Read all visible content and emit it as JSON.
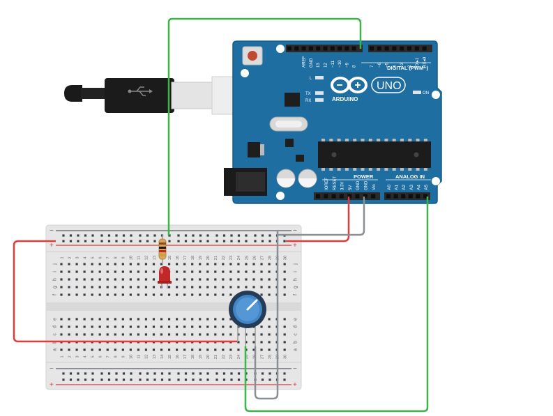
{
  "arduino": {
    "brand": "ARDUINO",
    "model": "UNO",
    "digital_label": "DIGITAL (PWM~)",
    "power_label": "POWER",
    "analog_label": "ANALOG IN",
    "led_l": "L",
    "led_tx": "TX",
    "led_rx": "RX",
    "on_label": "ON",
    "top_pins": [
      "AREF",
      "GND",
      "13",
      "12",
      "~11",
      "~10",
      "~9",
      "8",
      "7",
      "~6",
      "~5",
      "4",
      "~3",
      "2",
      "TX▸1",
      "RX◂0"
    ],
    "power_pins": [
      "IOREF",
      "RESET",
      "3.3V",
      "5V",
      "GND",
      "GND",
      "Vin"
    ],
    "analog_pins": [
      "A0",
      "A1",
      "A2",
      "A3",
      "A4",
      "A5"
    ]
  },
  "breadboard": {
    "row_letters_top": [
      "j",
      "i",
      "h",
      "g",
      "f"
    ],
    "row_letters_bottom": [
      "e",
      "d",
      "c",
      "b",
      "a"
    ],
    "column_numbers": [
      "1",
      "2",
      "3",
      "4",
      "5",
      "6",
      "7",
      "8",
      "9",
      "10",
      "11",
      "12",
      "13",
      "14",
      "15",
      "16",
      "17",
      "18",
      "19",
      "20",
      "21",
      "22",
      "23",
      "24",
      "25",
      "26",
      "27",
      "28",
      "29",
      "30"
    ],
    "plus": "+",
    "minus": "−"
  },
  "colors": {
    "board": "#1f6ea1",
    "board_dark": "#175a85",
    "wire_green": "#3bb54a",
    "wire_red": "#e23b3b",
    "wire_gray": "#8a8f94",
    "rail_red": "#d83a3a",
    "rail_dark": "#555a5f",
    "breadboard": "#e6e6e6",
    "hole": "#3b3f44",
    "led": "#c0282a",
    "pot_knob": "#3f86c8"
  },
  "icons": {
    "usb_plug": "usb-plug-icon",
    "usb_symbol": "usb-symbol-icon",
    "infinity_logo": "arduino-infinity-icon"
  }
}
